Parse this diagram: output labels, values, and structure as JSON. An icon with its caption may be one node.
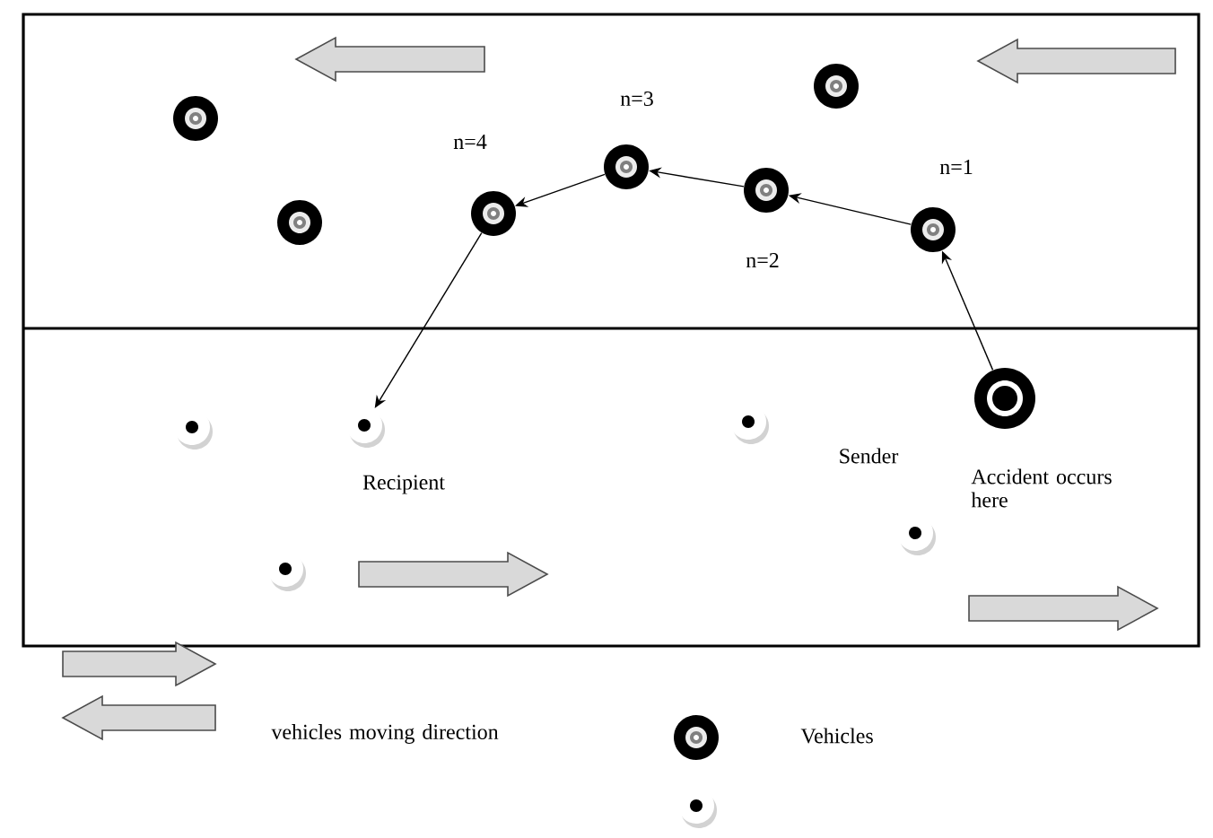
{
  "diagram": {
    "nodes": [
      {
        "text": [],
        "shape": "circle"
      },
      {
        "text": [],
        "shape": "circle"
      },
      {
        "text": [],
        "shape": "circle"
      },
      {
        "text": [],
        "shape": "circle",
        "beside": [
          "n=4"
        ]
      },
      {
        "text": [],
        "shape": "circle",
        "beside": [
          "n=3"
        ]
      },
      {
        "text": [],
        "shape": "circle",
        "beside": [
          "n=2"
        ]
      },
      {
        "text": [],
        "shape": "circle",
        "beside": [
          "n=1"
        ]
      },
      {
        "text": [],
        "shape": "circle",
        "beside": [
          "Sender",
          "Accident occurs here"
        ]
      },
      {
        "text": [],
        "shape": "circle"
      },
      {
        "text": [],
        "shape": "circle",
        "beside": [
          "Recipient"
        ]
      },
      {
        "text": [],
        "shape": "circle"
      },
      {
        "text": [],
        "shape": "circle"
      },
      {
        "text": [],
        "shape": "circle"
      }
    ],
    "edges": [
      {
        "from": 7,
        "to": 6,
        "arrow": "to"
      },
      {
        "from": 6,
        "to": 5,
        "arrow": "to"
      },
      {
        "from": 5,
        "to": 4,
        "arrow": "to"
      },
      {
        "from": 4,
        "to": 3,
        "arrow": "to"
      },
      {
        "from": 3,
        "to": 9,
        "arrow": "to"
      }
    ],
    "legend": [
      {
        "text": "vehicles moving direction"
      },
      {
        "text": "Vehicles"
      }
    ]
  }
}
